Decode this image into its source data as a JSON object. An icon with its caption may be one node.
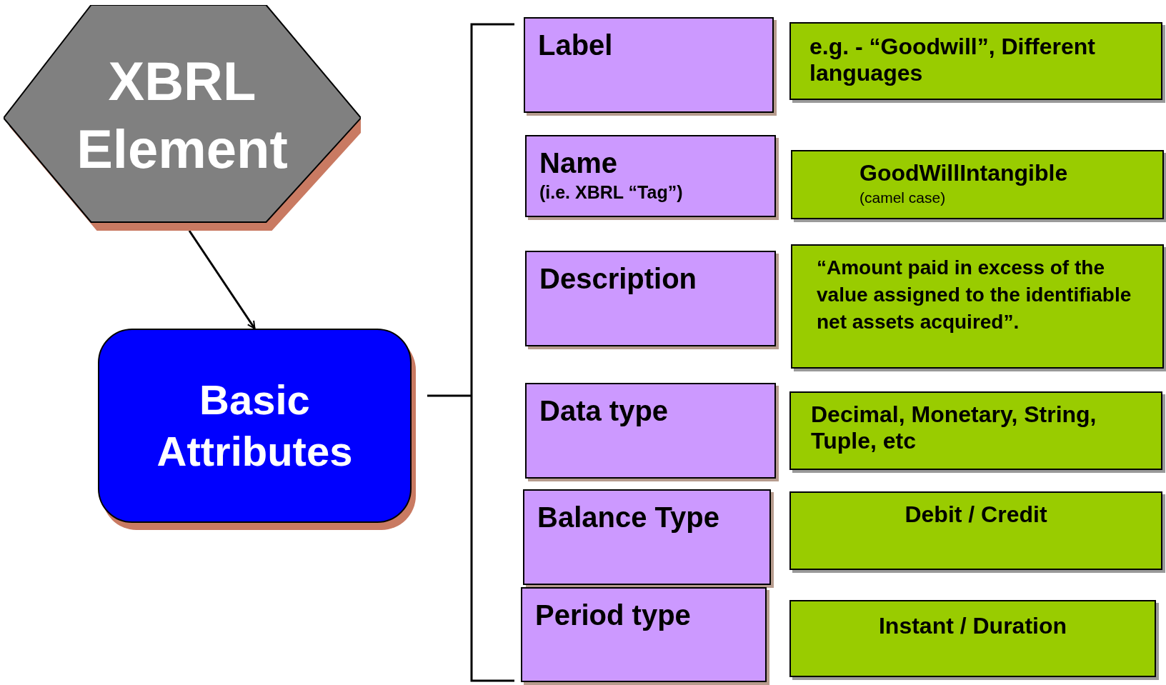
{
  "diagram": {
    "nodes": [
      {
        "text": [
          "XBRL Element"
        ]
      },
      {
        "text": [
          "Basic Attributes"
        ]
      },
      {
        "text": [
          "Label"
        ]
      },
      {
        "text": [
          "Name",
          "(i.e. XBRL “Tag”)"
        ]
      },
      {
        "text": [
          "Description"
        ]
      },
      {
        "text": [
          "Data type"
        ]
      },
      {
        "text": [
          "Balance Type"
        ]
      },
      {
        "text": [
          "Period type"
        ]
      },
      {
        "text": [
          "e.g. - “Goodwill”, Different languages"
        ]
      },
      {
        "text": [
          "GoodWillIntangible",
          "(camel case)"
        ]
      },
      {
        "text": [
          "“Amount paid in excess of the value assigned to the identifiable net assets acquired”."
        ]
      },
      {
        "text": [
          "Decimal, Monetary, String, Tuple, etc"
        ]
      },
      {
        "text": [
          "Debit / Credit"
        ]
      },
      {
        "text": [
          "Instant / Duration"
        ]
      }
    ],
    "edges": [
      {
        "from": 0,
        "to": 1,
        "arrow": "to"
      }
    ]
  }
}
